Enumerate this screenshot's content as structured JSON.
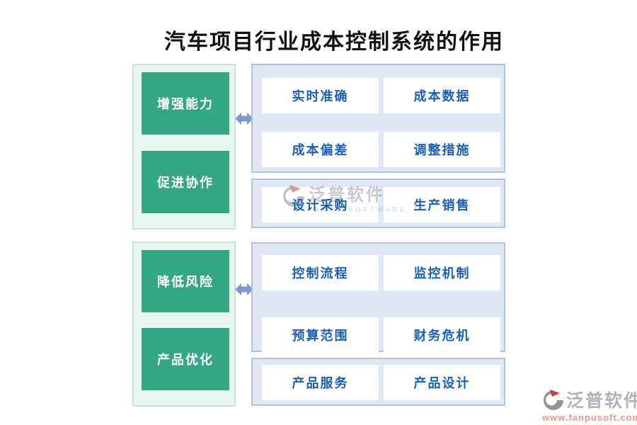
{
  "title": "汽车项目行业成本控制系统的作用",
  "colors": {
    "green_box": "#35a684",
    "green_panel_bg": "#e9f5ef",
    "green_panel_border": "#c7e5d7",
    "blue_panel_bg": "#dfe7f4",
    "blue_panel_border": "#aec3e0",
    "blue_text": "#1a5fb4",
    "arrow": "#7e99cf",
    "watermark_gray": "#b1b3bb",
    "watermark_url": "#e9968d"
  },
  "sections": [
    {
      "left_items": [
        "增强能力",
        "促进协作"
      ],
      "right_group_a": [
        "实时准确",
        "成本数据",
        "成本偏差",
        "调整措施"
      ],
      "right_group_b": [
        "设计采购",
        "生产销售"
      ]
    },
    {
      "left_items": [
        "降低风险",
        "产品优化"
      ],
      "right_group_a": [
        "控制流程",
        "监控机制",
        "预算范围",
        "财务危机"
      ],
      "right_group_b": [
        "产品服务",
        "产品设计"
      ]
    }
  ],
  "watermark_center": {
    "brand": "泛普软件",
    "sub": "FANPU SOFTWARE"
  },
  "watermark_corner": {
    "brand": "泛普软件",
    "url": "www.fanpusoft.com"
  }
}
